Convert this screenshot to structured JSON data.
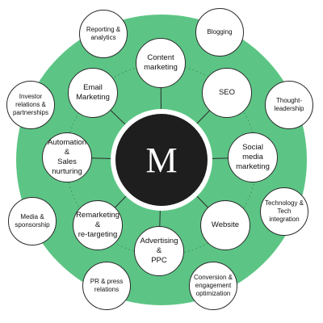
{
  "colors": {
    "ring": "#5cc585",
    "hub": "#1e1e1e",
    "hub_ring": "#ffffff",
    "node_fill": "#ffffff",
    "node_border": "#2a2a2a",
    "spoke": "#2a2a2a",
    "dash": "#3d8f5e"
  },
  "hub": {
    "letter": "M"
  },
  "inner_nodes": [
    {
      "id": "content",
      "label": "Content\nmarketing"
    },
    {
      "id": "seo",
      "label": "SEO"
    },
    {
      "id": "social",
      "label": "Social media\nmarketing"
    },
    {
      "id": "website",
      "label": "Website"
    },
    {
      "id": "advertising",
      "label": "Advertising &\nPPC"
    },
    {
      "id": "remarketing",
      "label": "Remarketing &\nre-targeting"
    },
    {
      "id": "automation",
      "label": "Automation &\nSales nurturing"
    },
    {
      "id": "email",
      "label": "Email\nMarketing"
    }
  ],
  "outer_nodes": [
    {
      "id": "blogging",
      "label": "Blogging"
    },
    {
      "id": "thought",
      "label": "Thought-leadership"
    },
    {
      "id": "technology",
      "label": "Technology & Tech\nintegration"
    },
    {
      "id": "conversion",
      "label": "Conversion &\nengagement\noptimization"
    },
    {
      "id": "pr",
      "label": "PR & press\nrelations"
    },
    {
      "id": "media",
      "label": "Media &\nsponsorship"
    },
    {
      "id": "investor",
      "label": "Investor relations &\npartnerships"
    },
    {
      "id": "reporting",
      "label": "Reporting &\nanalytics"
    }
  ]
}
